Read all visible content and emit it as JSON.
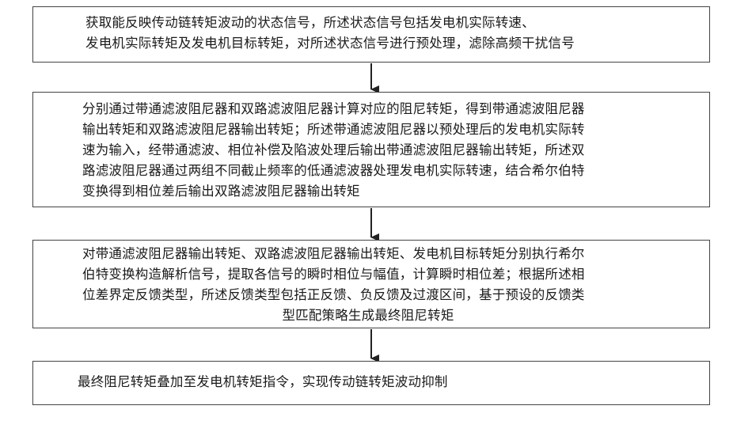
{
  "steps": [
    {
      "id": "acquire-signals",
      "lines": [
        "获取能反映传动链转矩波动的状态信号，所述状态信号包括发电机实际转速、",
        "发电机实际转矩及发电机目标转矩，对所述状态信号进行预处理，滤除高频干扰信号"
      ]
    },
    {
      "id": "compute-damping",
      "lines": [
        "分别通过带通滤波阻尼器和双路滤波阻尼器计算对应的阻尼转矩，得到带通滤波阻尼器",
        "输出转矩和双路滤波阻尼器输出转矩；所述带通滤波阻尼器以预处理后的发电机实际转",
        "速为输入，经带通滤波、相位补偿及陷波处理后输出带通滤波阻尼器输出转矩，所述双",
        "路滤波阻尼器通过两组不同截止频率的低通滤波器处理发电机实际转速，结合希尔伯特",
        "变换得到相位差后输出双路滤波阻尼器输出转矩"
      ]
    },
    {
      "id": "phase-analysis",
      "lines": [
        "对带通滤波阻尼器输出转矩、双路滤波阻尼器输出转矩、发电机目标转矩分别执行希尔",
        "伯特变换构造解析信号，提取各信号的瞬时相位与幅值，计算瞬时相位差；根据所述相",
        "位差界定反馈类型，所述反馈类型包括正反馈、负反馈及过渡区间，基于预设的反馈类",
        "型匹配策略生成最终阻尼转矩"
      ]
    },
    {
      "id": "superimpose-torque",
      "lines": [
        "最终阻尼转矩叠加至发电机转矩指令，实现传动链转矩波动抑制"
      ]
    }
  ],
  "colors": {
    "border": "#444444",
    "arrow": "#222222",
    "text": "#1a1a1a"
  }
}
